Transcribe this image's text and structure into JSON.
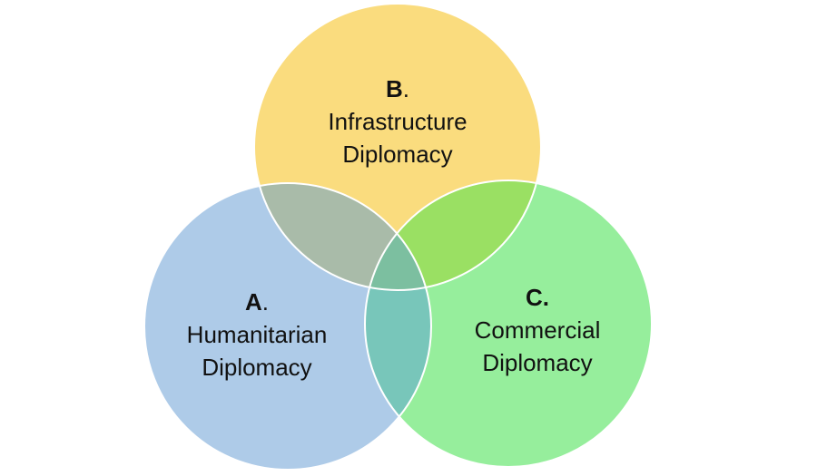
{
  "diagram": {
    "type": "venn",
    "sets": [
      {
        "id": "A",
        "letter": "A",
        "dot": ".",
        "line1": "Humanitarian",
        "line2": "Diplomacy",
        "color": "#aecbe8"
      },
      {
        "id": "B",
        "letter": "B",
        "dot": ".",
        "line1": "Infrastructure",
        "line2": "Diplomacy",
        "color": "#fadc7e"
      },
      {
        "id": "C",
        "letter": "C.",
        "dot": "",
        "line1": "Commercial",
        "line2": "Diplomacy",
        "color": "#96ee9c"
      }
    ],
    "overlap_colors": {
      "AB": "#a9bba9",
      "BC": "#9ae063",
      "AC": "#78c6ba",
      "ABC": "#7cbfa0"
    }
  }
}
